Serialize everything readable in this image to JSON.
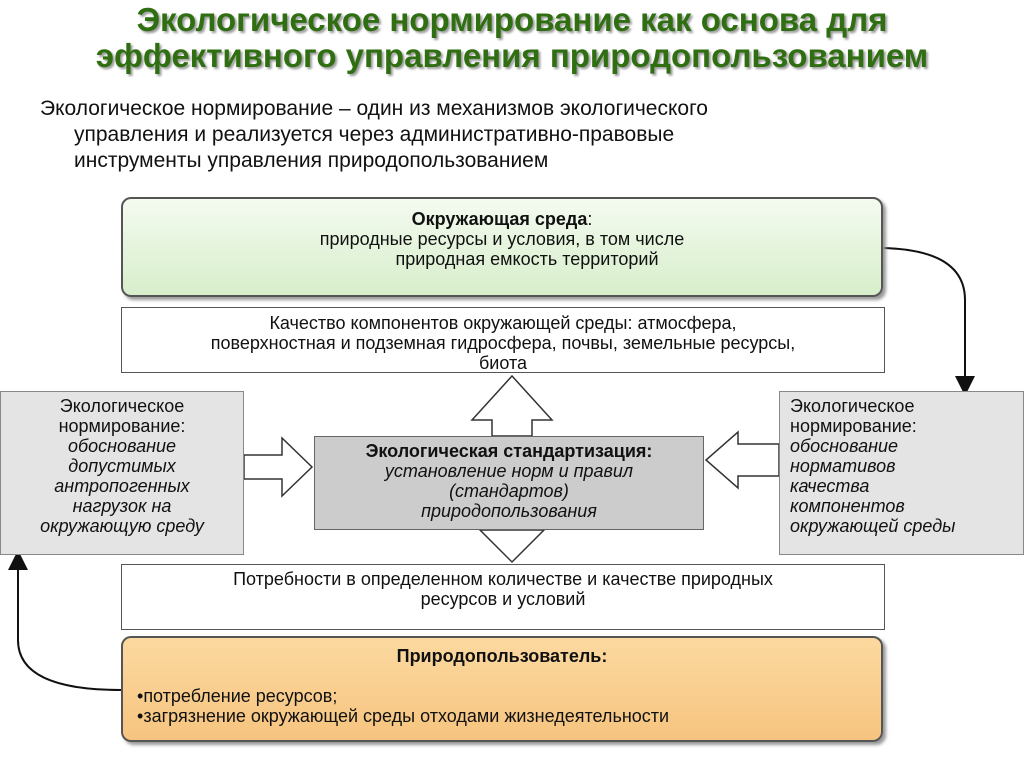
{
  "title": {
    "line1": "Экологическое нормирование как основа для",
    "line2": "эффективного управления природопользованием"
  },
  "intro": {
    "line1": "Экологическое нормирование – один из механизмов экологического",
    "line2": "управления и реализуется через административно-правовые",
    "line3": "инструменты управления природопользованием"
  },
  "environment": {
    "heading": "Окружающая среда",
    "colon": ":",
    "line1": "природные ресурсы и условия, в том числе",
    "line2": "природная емкость территорий"
  },
  "quality": {
    "line1": "Качество компонентов окружающей среды: атмосфера,",
    "line2": "поверхностная и подземная гидросфера, почвы, земельные ресурсы,",
    "line3": "биота"
  },
  "left_norm": {
    "line1": "Экологическое",
    "line2": "нормирование:",
    "line3": "обоснование",
    "line4": "допустимых",
    "line5": "антропогенных",
    "line6": "нагрузок на",
    "line7": "окружающую среду"
  },
  "right_norm": {
    "line1": "Экологическое",
    "line2": "нормирование:",
    "line3": "обоснование",
    "line4": "нормативов",
    "line5": "качества",
    "line6": "компонентов",
    "line7": "окружающей среды"
  },
  "standardization": {
    "heading": "Экологическая стандартизация:",
    "line1": "установление норм и правил",
    "line2": "(стандартов)",
    "line3": "природопользования"
  },
  "needs": {
    "line1": "Потребности в определенном количестве и качестве природных",
    "line2": "ресурсов и условий"
  },
  "user": {
    "heading": "Природопользователь:",
    "items": [
      "потребление ресурсов;",
      "загрязнение окружающей среды отходами жизнедеятельности"
    ]
  },
  "colors": {
    "title": "#2f6f12",
    "environment_box": "#d7eecb",
    "user_box": "#f6c47f",
    "gray_box": "#cccccc"
  }
}
